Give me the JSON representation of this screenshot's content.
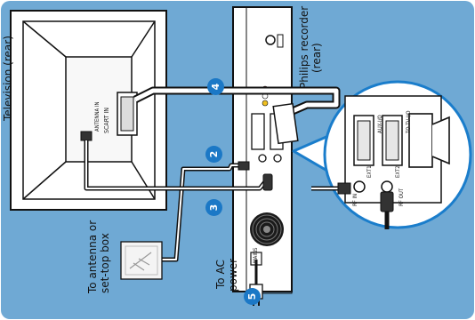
{
  "labels": {
    "television": "Television (rear)",
    "recorder_line1": "Philips recorder",
    "recorder_line2": "(rear)",
    "antenna_line1": "To antenna or",
    "antenna_line2": "set-top box",
    "ac_line1": "To AC",
    "ac_line2": "power"
  },
  "steps": {
    "step2": "2",
    "step3": "3",
    "step4": "4",
    "step5": "5"
  },
  "tv_ports": {
    "scart_in": "SCART IN",
    "antenna_in": "ANTENNA IN"
  },
  "recorder_ports": {
    "ext1": "EXT1",
    "ext2": "EXT2",
    "to_tv": "TO TV-I/O",
    "aux": "AUX-I/O",
    "rf_in": "RF IN",
    "rf_out": "RF OUT",
    "mains": "MAINS"
  },
  "colors": {
    "frame_blue": "#6fa9d4",
    "badge_blue": "#1b78c6",
    "callout_border": "#1a7dcb"
  }
}
